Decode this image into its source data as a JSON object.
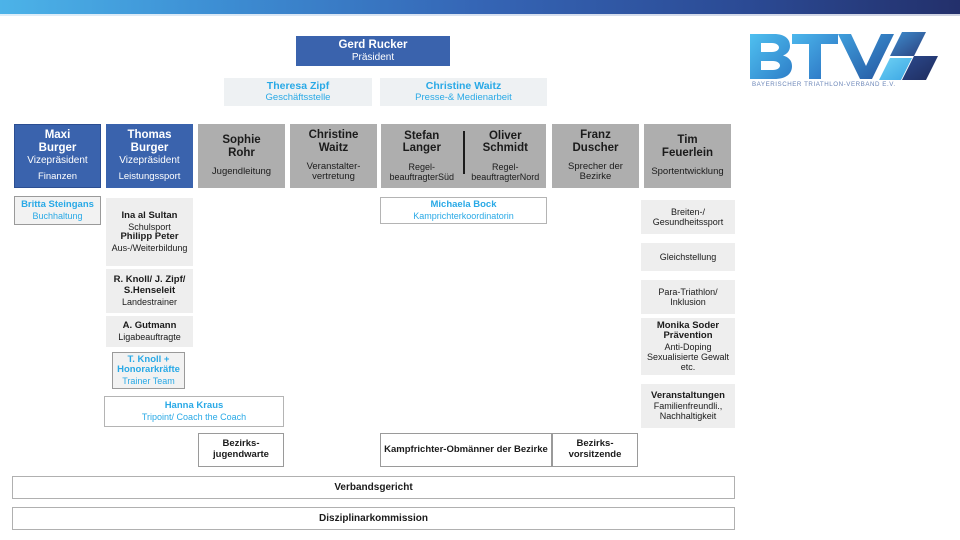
{
  "logo": {
    "wordmark": "BTV",
    "subtitle": "BAYERISCHER TRIATHLON-VERBAND E.V.",
    "colors": {
      "light": "#4cb3e8",
      "mid": "#2f7fc9",
      "dark": "#2b3d7a"
    }
  },
  "banner": {
    "gradient_from": "#4cb3e8",
    "gradient_to": "#23306b"
  },
  "palette": {
    "blue": "#3a63ad",
    "gray": "#aeaeae",
    "light_gray": "#eeeeee",
    "cyan_text": "#29a9e6",
    "dark_text": "#1b1b1b"
  },
  "president": {
    "name": "Gerd Rucker",
    "role": "Präsident"
  },
  "staff": [
    {
      "name": "Theresa Zipf",
      "role": "Geschäftsstelle"
    },
    {
      "name": "Christine Waitz",
      "role": "Presse-& Medienarbeit"
    }
  ],
  "board": [
    {
      "name_line1": "Maxi",
      "name_line2": "Burger",
      "role": "Vizepräsident",
      "role2": "Finanzen"
    },
    {
      "name_line1": "Thomas",
      "name_line2": "Burger",
      "role": "Vizepräsident",
      "role2": "Leistungssport"
    },
    {
      "name_line1": "Sophie",
      "name_line2": "Rohr",
      "role": "Jugendleitung"
    },
    {
      "name_line1": "Christine",
      "name_line2": "Waitz",
      "role": "Veranstalter-vertretung"
    },
    {
      "name_line1": "Franz",
      "name_line2": "Duscher",
      "role": "Sprecher der Bezirke"
    },
    {
      "name_line1": "Tim",
      "name_line2": "Feuerlein",
      "role": "Sportentwicklung"
    }
  ],
  "board_split": {
    "left": {
      "name_line1": "Stefan",
      "name_line2": "Langer",
      "role": "Regel-beauftragterSüd"
    },
    "right": {
      "name_line1": "Oliver",
      "name_line2": "Schmidt",
      "role": "Regel-beauftragterNord"
    }
  },
  "finance_column": [
    {
      "name": "Britta Steingans",
      "role": "Buchhaltung"
    }
  ],
  "sport_column": [
    {
      "name": "Ina al Sultan",
      "role": "Schulsport",
      "name2": "Philipp Peter",
      "role2": "Aus-/Weiterbildung"
    },
    {
      "name": "R. Knoll/ J. Zipf/ S.Henseleit",
      "role": "Landestrainer"
    },
    {
      "name": "A. Gutmann",
      "role": "Ligabeauftragte"
    },
    {
      "name": "T. Knoll + Honorarkräfte",
      "role": "Trainer Team"
    }
  ],
  "coach_box": {
    "name": "Hanna Kraus",
    "role": "Tripoint/ Coach the Coach"
  },
  "referee_box": {
    "name": "Michaela Bock",
    "role": "Kamprichterkoordinatorin"
  },
  "development_column": [
    {
      "role": "Breiten-/ Gesundheitssport"
    },
    {
      "role": "Gleichstellung"
    },
    {
      "role": "Para-Triathlon/ Inklusion"
    },
    {
      "name": "Monika Soder Prävention",
      "role": "Anti-Doping Sexualisierte Gewalt etc."
    },
    {
      "name": "Veranstaltungen",
      "role": "Familienfreundli., Nachhaltigkeit"
    }
  ],
  "bottom_row": [
    {
      "label": "Bezirks-jugendwarte"
    },
    {
      "label": "Kampfrichter-Obmänner der Bezirke"
    },
    {
      "label": "Bezirks-vorsitzende"
    }
  ],
  "footer_bars": [
    {
      "label": "Verbandsgericht"
    },
    {
      "label": "Disziplinarkommission"
    }
  ]
}
